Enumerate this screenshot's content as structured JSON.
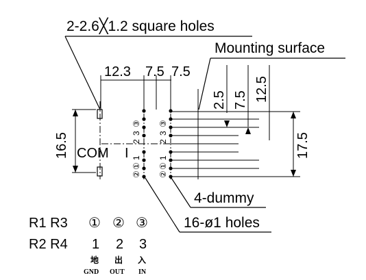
{
  "labels": {
    "square_holes": "2-2.6╳1.2 square holes",
    "mounting_surface": "Mounting surface",
    "dummy": "4-dummy",
    "holes": "16-ø1 holes",
    "com": "COM",
    "com_suffix": "I"
  },
  "dimensions": {
    "d_12_3": "12.3",
    "d_7_5_a": "7.5",
    "d_7_5_b": "7.5",
    "d_2_5": "2.5",
    "d_7_5_v": "7.5",
    "d_12_5": "12.5",
    "d_16_5": "16.5",
    "d_17_5": "17.5"
  },
  "pin_column": [
    "②",
    "①",
    "1",
    "2",
    "3",
    "③"
  ],
  "table": {
    "row1_left": "R1 R3",
    "row2_left": "R2 R4",
    "circled": [
      "①",
      "②",
      "③"
    ],
    "numbers": [
      "1",
      "2",
      "3"
    ],
    "chinese": [
      "地",
      "出",
      "入"
    ],
    "english": [
      "GND",
      "OUT",
      "IN"
    ]
  }
}
